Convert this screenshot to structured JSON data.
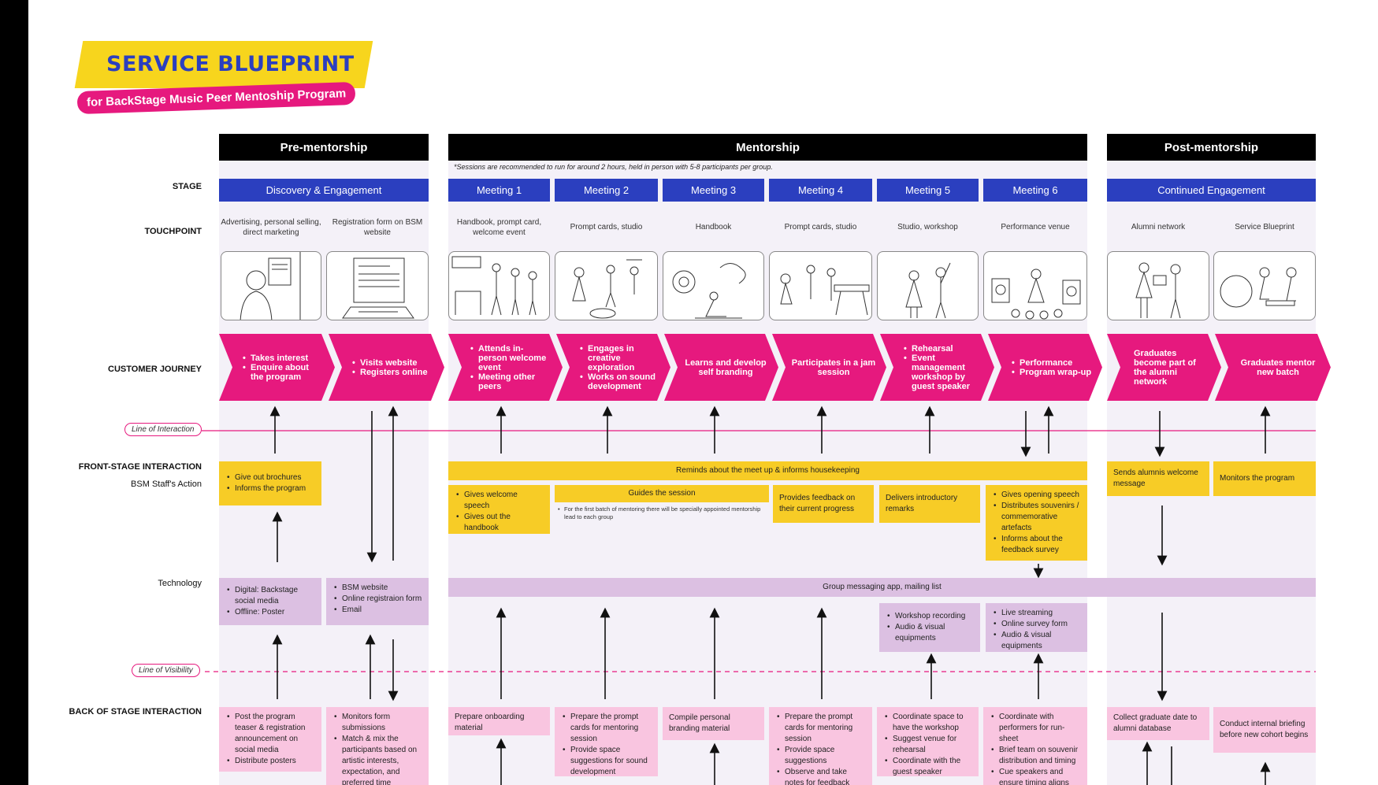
{
  "title": "SERVICE BLUEPRINT",
  "subtitle": "for BackStage Music Peer Mentoship Program",
  "phases": {
    "pre": "Pre-mentorship",
    "mentorship": "Mentorship",
    "post": "Post-mentorship"
  },
  "mentorship_note": "*Sessions are recommended to run for around 2 hours, held in person with 5-8 participants per group.",
  "row_labels": {
    "stage": "STAGE",
    "touchpoint": "TOUCHPOINT",
    "customer_journey": "CUSTOMER JOURNEY",
    "line_of_interaction": "Line of Interaction",
    "front_stage": "FRONT-STAGE INTERACTION",
    "staff_action": "BSM Staff's Action",
    "technology": "Technology",
    "line_of_visibility": "Line of Visibility",
    "back_stage": "BACK OF STAGE INTERACTION"
  },
  "stages": {
    "discovery": "Discovery & Engagement",
    "m1": "Meeting 1",
    "m2": "Meeting 2",
    "m3": "Meeting 3",
    "m4": "Meeting 4",
    "m5": "Meeting 5",
    "m6": "Meeting 6",
    "continued": "Continued Engagement"
  },
  "touchpoints": [
    "Advertising, personal selling, direct marketing",
    "Registration form on BSM website",
    "Handbook, prompt card, welcome event",
    "Prompt cards, studio",
    "Handbook",
    "Prompt cards, studio",
    "Studio, workshop",
    "Performance venue",
    "Alumni network",
    "Service Blueprint"
  ],
  "journey": {
    "c1": [
      "Takes interest",
      "Enquire about the program"
    ],
    "c2": [
      "Visits website",
      "Registers online"
    ],
    "c3": [
      "Attends in-person welcome event",
      "Meeting other peers"
    ],
    "c4": [
      "Engages in creative exploration",
      "Works on sound development"
    ],
    "c5": "Learns and develop self branding",
    "c6": "Participates in a jam session",
    "c7": [
      "Rehearsal",
      "Event management workshop by guest speaker"
    ],
    "c8": [
      "Performance",
      "Program wrap-up"
    ],
    "c9": "Graduates become part of the alumni network",
    "c10": "Graduates mentor new batch"
  },
  "front": {
    "pre": [
      "Give out brochures",
      "Informs the program"
    ],
    "banner": "Reminds about the meet up & informs housekeeping",
    "m1": [
      "Gives welcome speech",
      "Gives out the handbook"
    ],
    "m2": "Guides the session",
    "m2_note": "For the first batch of mentoring there will be specially appointed mentorship lead to each group",
    "m4": "Provides feedback on their current progress",
    "m5": "Delivers introductory remarks",
    "m6": [
      "Gives opening speech",
      "Distributes souvenirs / commemorative artefacts",
      "Informs about the feedback survey"
    ],
    "post1": "Sends alumnis welcome message",
    "post2": "Monitors the program"
  },
  "tech": {
    "pre1": [
      "Digital: Backstage social media",
      "Offline: Poster"
    ],
    "pre2": [
      "BSM website",
      "Online registraion form",
      "Email"
    ],
    "banner": "Group messaging app, mailing list",
    "m5": [
      "Workshop recording",
      "Audio & visual equipments"
    ],
    "m6": [
      "Live streaming",
      "Online survey form",
      "Audio & visual equipments"
    ]
  },
  "back": {
    "pre1": [
      "Post the program teaser & registration announcement on social media",
      "Distribute posters"
    ],
    "pre2": [
      "Monitors form submissions",
      "Match & mix the participants based on artistic interests, expectation, and preferred time"
    ],
    "m1": "Prepare onboarding material",
    "m2": [
      "Prepare the prompt cards for mentoring session",
      "Provide space suggestions for sound development"
    ],
    "m3": "Compile personal branding material",
    "m4": [
      "Prepare the prompt cards for mentoring session",
      "Provide space suggestions",
      "Observe and take notes for feedback"
    ],
    "m5": [
      "Coordinate space to have the workshop",
      "Suggest venue for rehearsal",
      "Coordinate with the guest speaker"
    ],
    "m6": [
      "Coordinate with performers for run-sheet",
      "Brief team on souvenir distribution and timing",
      "Cue speakers and ensure timing aligns"
    ],
    "post1": "Collect graduate date to alumni database",
    "post2": "Conduct internal briefing before new cohort begins"
  },
  "colors": {
    "blue": "#2b3fbf",
    "yellow": "#f7cc26",
    "pink": "#e6197e",
    "purple": "#dcc0e2",
    "light_pink": "#f9c5e0"
  }
}
